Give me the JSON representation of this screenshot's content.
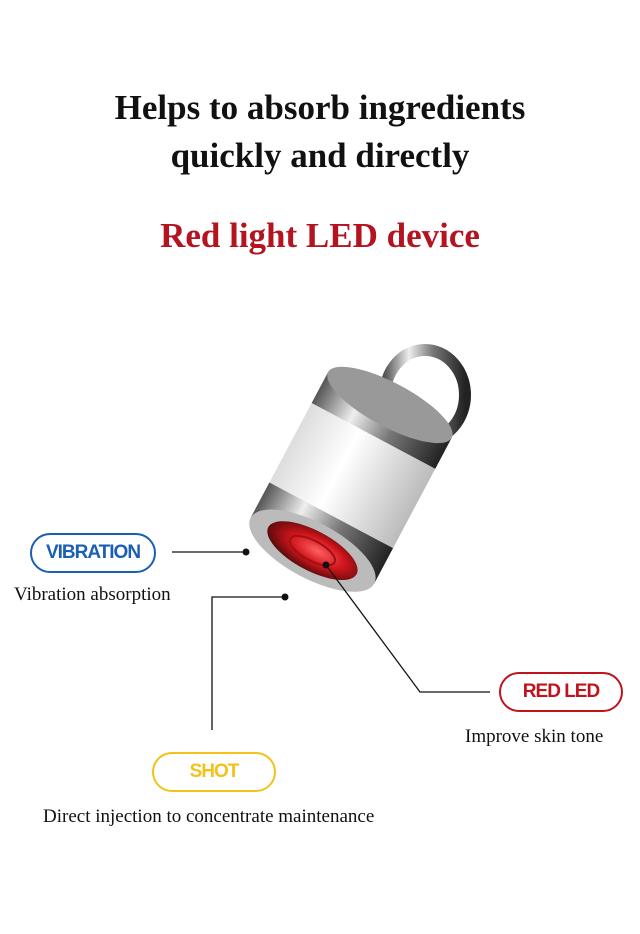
{
  "heading": {
    "line1": "Helps to absorb ingredients",
    "line2": "quickly and directly"
  },
  "subheading": "Red light LED device",
  "features": [
    {
      "badge": "VIBRATION",
      "description": "Vibration absorption",
      "color": "#1a5fb4"
    },
    {
      "badge": "SHOT",
      "description": "Direct injection to concentrate maintenance",
      "color": "#f2c21b"
    },
    {
      "badge": "RED LED",
      "description": "Improve skin tone",
      "color": "#c0141c"
    }
  ]
}
